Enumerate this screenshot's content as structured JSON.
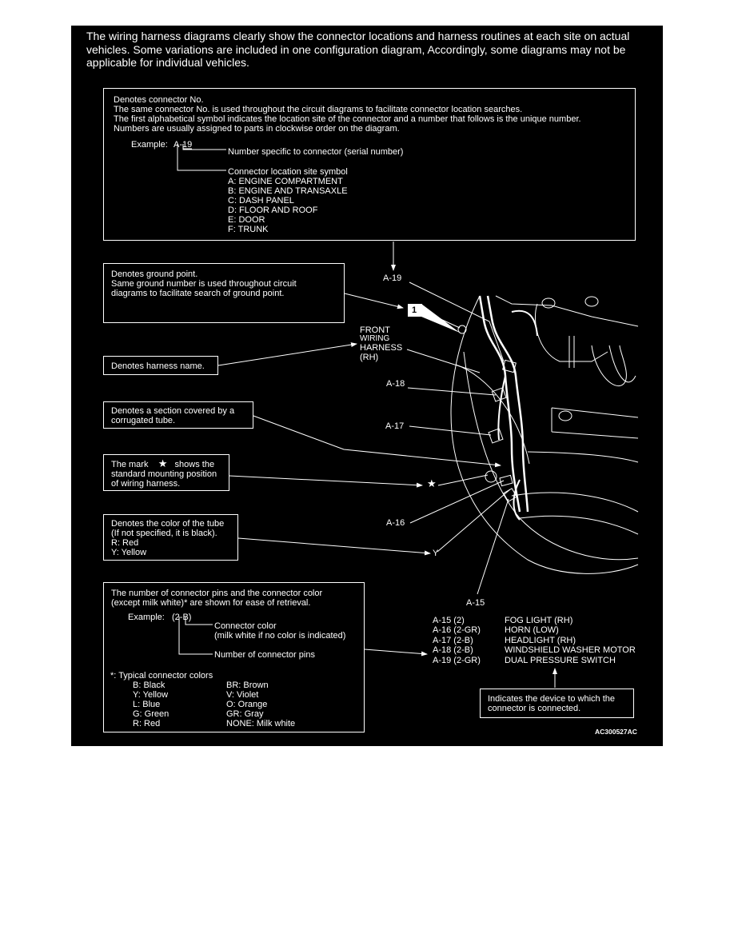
{
  "intro": "The wiring harness diagrams clearly show the connector locations and harness routines at each site on actual vehicles. Some variations are included in one configuration diagram, Accordingly, some diagrams may not be applicable for individual vehicles.",
  "connector_box": {
    "lines": [
      "Denotes connector No.",
      "The same connector No. is used throughout the circuit diagrams to facilitate connector location searches.",
      "The first alphabetical symbol indicates the location site of the connector and a number that follows is the unique number.",
      "Numbers are usually assigned to parts in clockwise order on the diagram."
    ],
    "example_label": "Example:",
    "example_code": "A-19",
    "serial_label": "Number specific to connector (serial number)",
    "site_label": "Connector location site symbol",
    "sites": [
      "A:  ENGINE COMPARTMENT",
      "B:  ENGINE AND TRANSAXLE",
      "C:  DASH PANEL",
      "D:  FLOOR AND ROOF",
      "E:  DOOR",
      "F:  TRUNK"
    ]
  },
  "ground_box": [
    "Denotes ground point.",
    "Same ground number is used throughout circuit",
    "diagrams to facilitate search of ground point."
  ],
  "harness_box": "Denotes harness name.",
  "tube_box": [
    "Denotes a section covered by a",
    "corrugated tube."
  ],
  "mark_box": {
    "prefix": "The mark",
    "star": "★",
    "suffix": "shows the",
    "lines": [
      "standard mounting position",
      "of wiring harness."
    ]
  },
  "color_box": [
    "Denotes the color of the tube",
    "(If not specified, it is black).",
    "R:  Red",
    "Y:  Yellow"
  ],
  "pins_box": {
    "lines": [
      "The number of connector pins and the connector color",
      "(except milk white)* are shown for ease of retrieval."
    ],
    "example_label": "Example:",
    "example_code": "(2-B)",
    "color_label": "Connector color",
    "color_note": "(milk white if no color is indicated)",
    "pins_label": "Number of connector pins",
    "typical_title": "*: Typical connector colors",
    "colors_left": [
      "B:   Black",
      "Y:   Yellow",
      "L:   Blue",
      "G:   Green",
      "R:   Red"
    ],
    "colors_right": [
      "BR: Brown",
      "V:    Violet",
      "O:   Orange",
      "GR: Gray",
      "NONE: Milk white"
    ]
  },
  "device_box": [
    "Indicates the device to which the",
    "connector is connected."
  ],
  "diagram_labels": {
    "a19": "A-19",
    "a18": "A-18",
    "a17": "A-17",
    "a16": "A-16",
    "a15": "A-15",
    "ground_num": "1",
    "harness": [
      "FRONT",
      "WIRING",
      "HARNESS",
      "(RH)"
    ],
    "star": "★",
    "tube_color": "Y"
  },
  "connector_list": [
    {
      "code": "A-15 (2)",
      "device": "FOG LIGHT (RH)"
    },
    {
      "code": "A-16 (2-GR)",
      "device": "HORN (LOW)"
    },
    {
      "code": "A-17 (2-B)",
      "device": "HEADLIGHT (RH)"
    },
    {
      "code": "A-18 (2-B)",
      "device": "WINDSHIELD WASHER MOTOR"
    },
    {
      "code": "A-19 (2-GR)",
      "device": "DUAL PRESSURE SWITCH"
    }
  ],
  "figure_id": "AC300527AC",
  "colors": {
    "background": "#000000",
    "foreground": "#ffffff",
    "page": "#ffffff"
  }
}
